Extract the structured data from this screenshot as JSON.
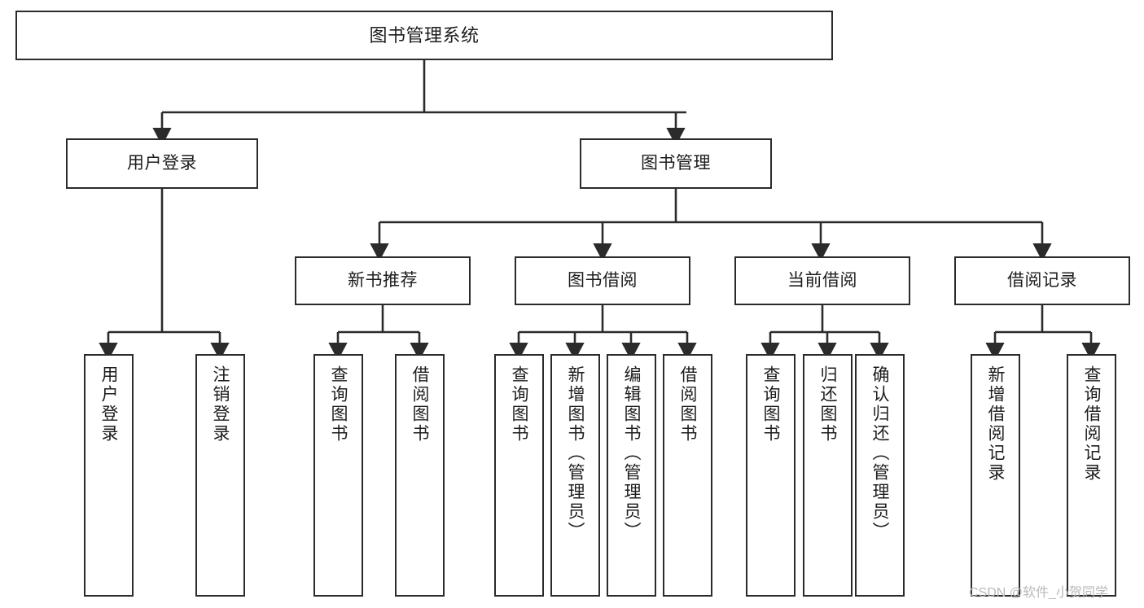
{
  "diagram": {
    "title": "图书管理系统",
    "root": {
      "label": "图书管理系统"
    },
    "level1": [
      {
        "label": "用户登录"
      },
      {
        "label": "图书管理"
      }
    ],
    "level2": [
      {
        "label": "新书推荐"
      },
      {
        "label": "图书借阅"
      },
      {
        "label": "当前借阅"
      },
      {
        "label": "借阅记录"
      }
    ],
    "leaves": {
      "user_login": [
        {
          "label": "用户登录"
        },
        {
          "label": "注销登录"
        }
      ],
      "new_book_recommend": [
        {
          "label": "查询图书"
        },
        {
          "label": "借阅图书"
        }
      ],
      "book_borrow": [
        {
          "label": "查询图书"
        },
        {
          "label": "新增图书（管理员）"
        },
        {
          "label": "编辑图书（管理员）"
        },
        {
          "label": "借阅图书"
        }
      ],
      "current_borrow": [
        {
          "label": "查询图书"
        },
        {
          "label": "归还图书"
        },
        {
          "label": "确认归还（管理员）"
        }
      ],
      "borrow_record": [
        {
          "label": "新增借阅记录"
        },
        {
          "label": "查询借阅记录"
        }
      ]
    }
  },
  "watermark": {
    "text": "CSDN @软件_小贺同学"
  },
  "colors": {
    "stroke": "#2b2b2b",
    "fill": "#ffffff",
    "text": "#1d1d1d",
    "watermark": "#b9b9b9"
  }
}
